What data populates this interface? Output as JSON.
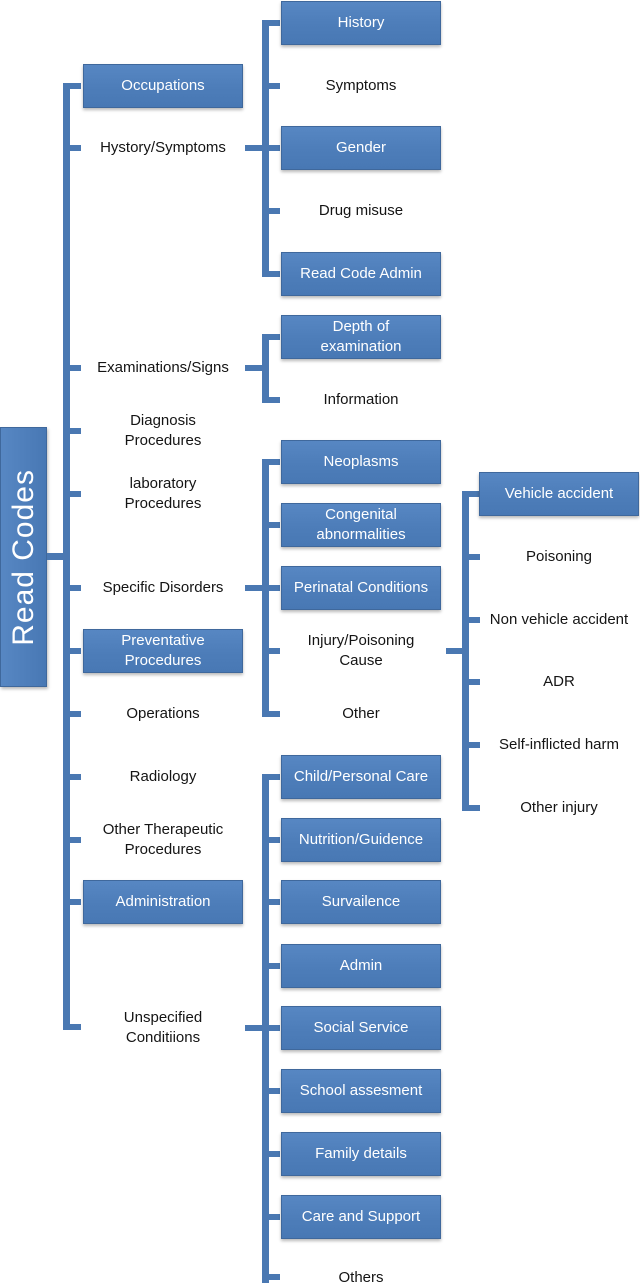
{
  "root": {
    "label": "Read Codes"
  },
  "colors": {
    "box_fill": "#4f81bd",
    "box_border": "#3f689c",
    "connector": "#4a78b2",
    "box_text": "#ffffff",
    "plain_text": "#141414"
  },
  "level2": [
    {
      "label": "Occupations",
      "variant": "box"
    },
    {
      "label": "Hystory/Symptoms",
      "variant": "text"
    },
    {
      "label": "Examinations/Signs",
      "variant": "text"
    },
    {
      "label": "Diagnosis\nProcedures",
      "variant": "text"
    },
    {
      "label": "laboratory\nProcedures",
      "variant": "text"
    },
    {
      "label": "Specific Disorders",
      "variant": "text"
    },
    {
      "label": "Preventative\nProcedures",
      "variant": "box"
    },
    {
      "label": "Operations",
      "variant": "text"
    },
    {
      "label": "Radiology",
      "variant": "text"
    },
    {
      "label": "Other Therapeutic\nProcedures",
      "variant": "text"
    },
    {
      "label": "Administration",
      "variant": "box"
    },
    {
      "label": "Unspecified\nConditiions",
      "variant": "text"
    }
  ],
  "history_symptoms_children": [
    {
      "label": "History",
      "variant": "box"
    },
    {
      "label": "Symptoms",
      "variant": "text"
    },
    {
      "label": "Gender",
      "variant": "box"
    },
    {
      "label": "Drug misuse",
      "variant": "text"
    },
    {
      "label": "Read Code Admin",
      "variant": "box"
    }
  ],
  "examinations_children": [
    {
      "label": "Depth of\nexamination",
      "variant": "box"
    },
    {
      "label": "Information",
      "variant": "text"
    }
  ],
  "specific_disorders_children": [
    {
      "label": "Neoplasms",
      "variant": "box"
    },
    {
      "label": "Congenital\nabnormalities",
      "variant": "box"
    },
    {
      "label": "Perinatal Conditions",
      "variant": "box"
    },
    {
      "label": "Injury/Poisoning\nCause",
      "variant": "text"
    },
    {
      "label": "Other",
      "variant": "text"
    }
  ],
  "injury_poisoning_children": [
    {
      "label": "Vehicle accident",
      "variant": "box"
    },
    {
      "label": "Poisoning",
      "variant": "text"
    },
    {
      "label": "Non vehicle accident",
      "variant": "text"
    },
    {
      "label": "ADR",
      "variant": "text"
    },
    {
      "label": "Self-inflicted harm",
      "variant": "text"
    },
    {
      "label": "Other injury",
      "variant": "text"
    }
  ],
  "unspecified_children": [
    {
      "label": "Child/Personal Care",
      "variant": "box"
    },
    {
      "label": "Nutrition/Guidence",
      "variant": "box"
    },
    {
      "label": "Survailence",
      "variant": "box"
    },
    {
      "label": "Admin",
      "variant": "box"
    },
    {
      "label": "Social Service",
      "variant": "box"
    },
    {
      "label": "School assesment",
      "variant": "box"
    },
    {
      "label": "Family details",
      "variant": "box"
    },
    {
      "label": "Care and Support",
      "variant": "box"
    },
    {
      "label": "Others",
      "variant": "text"
    }
  ]
}
